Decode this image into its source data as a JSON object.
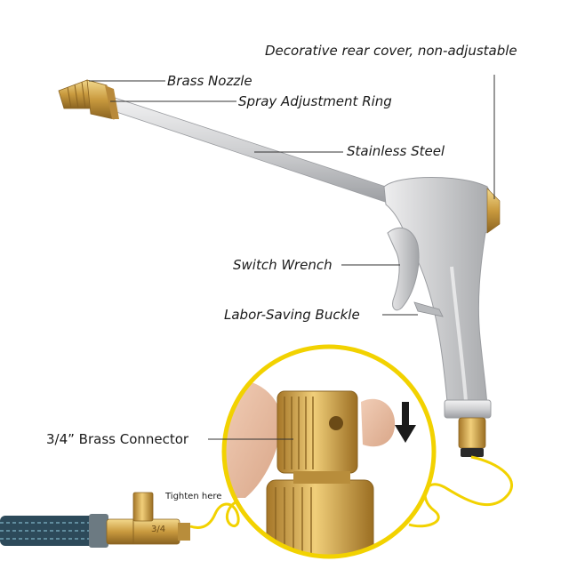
{
  "labels": {
    "rear_cover": "Decorative rear cover, non-adjustable",
    "brass_nozzle": "Brass Nozzle",
    "spray_ring": "Spray Adjustment Ring",
    "stainless_steel": "Stainless Steel",
    "switch_wrench": "Switch Wrench",
    "labor_buckle": "Labor-Saving Buckle",
    "brass_connector": "3/4” Brass Connector",
    "tighten_here": "Tighten here"
  },
  "hose_marking": "3/4",
  "colors": {
    "brass": "#c9a14a",
    "silver": "#c7c8ca",
    "hose": "#2d4a5a",
    "coil": "#f2d200",
    "leader": "#333333"
  }
}
